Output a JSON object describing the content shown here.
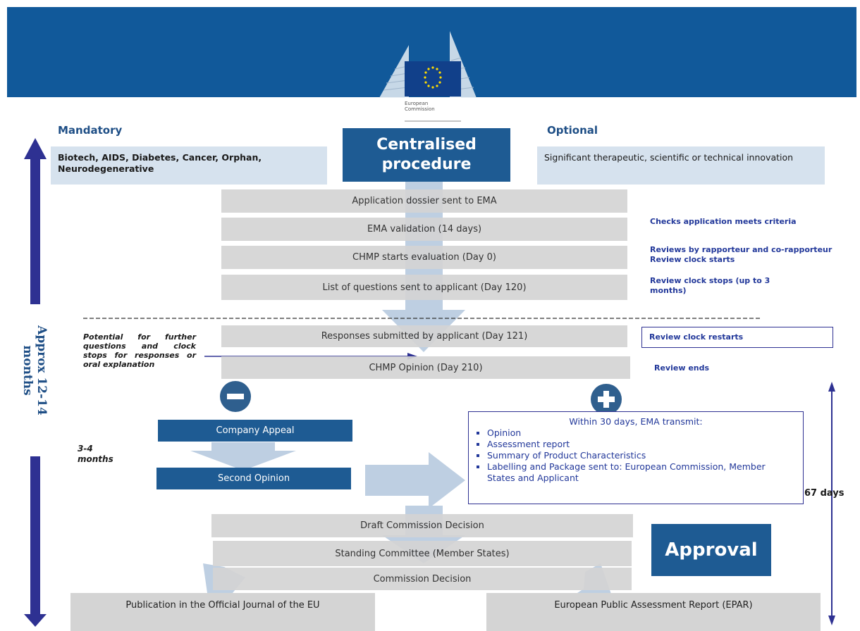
{
  "header": {
    "logo_text_line1": "European",
    "logo_text_line2": "Commission"
  },
  "mandatory": {
    "title": "Mandatory",
    "text": "Biotech, AIDS, Diabetes, Cancer, Orphan, Neurodegenerative"
  },
  "optional": {
    "title": "Optional",
    "text": "Significant therapeutic, scientific or technical innovation"
  },
  "centralised": {
    "line1": "Centralised",
    "line2": "procedure"
  },
  "steps": {
    "application": "Application dossier sent to EMA",
    "validation": "EMA validation (14 days)",
    "chmp_start": "CHMP starts evaluation (Day 0)",
    "questions": "List of questions sent to applicant (Day 120)",
    "responses": "Responses submitted by applicant (Day 121)",
    "opinion": "CHMP Opinion (Day 210)",
    "company_appeal": "Company Appeal",
    "second_opinion": "Second Opinion",
    "draft_decision": "Draft Commission Decision",
    "standing_committee": "Standing Committee (Member States)",
    "commission_decision": "Commission Decision",
    "publication": "Publication in the Official Journal of the EU",
    "epar": "European Public Assessment Report (EPAR)"
  },
  "notes": {
    "checks": "Checks application meets criteria",
    "reviews": "Reviews by rapporteur and co-rapporteur Review clock starts",
    "clock_stops": "Review clock stops (up to 3 months)",
    "restarts": "Review clock restarts",
    "ends": "Review ends",
    "potential": "Potential for further questions and clock stops for responses or oral explanation"
  },
  "timing": {
    "approx_line1": "Approx 12-14",
    "approx_line2": "months",
    "appeal": "3-4 months",
    "days67": "67 days"
  },
  "transmit": {
    "title": "Within 30 days, EMA transmit:",
    "items": [
      "Opinion",
      "Assessment report",
      "Summary of Product Characteristics",
      "Labelling and Package sent to: European Commission, Member States and Applicant"
    ]
  },
  "approval": "Approval",
  "colors": {
    "banner": "#11599a",
    "navy": "#1e5b93",
    "gray": "#d4d4d4",
    "light_blue": "#d6e2ee",
    "arrow": "#2e3192"
  }
}
